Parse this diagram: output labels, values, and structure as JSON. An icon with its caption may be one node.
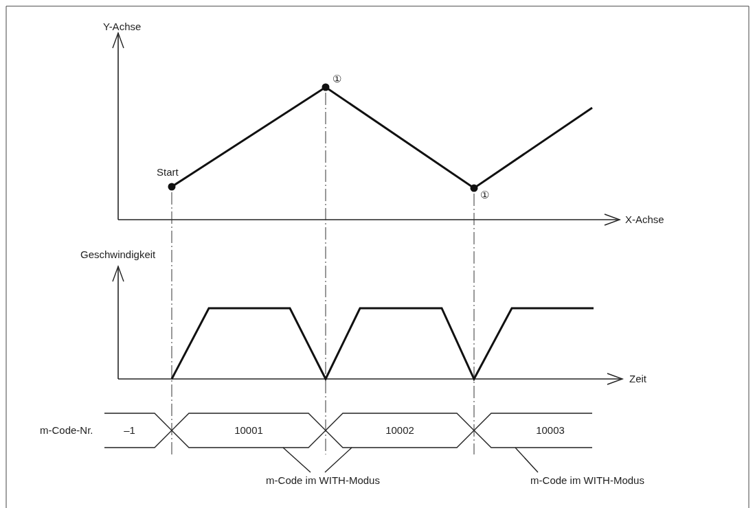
{
  "diagram": {
    "nodes": [
      {
        "text": [
          "–1"
        ]
      },
      {
        "text": [
          "10001"
        ]
      },
      {
        "text": [
          "10002"
        ]
      },
      {
        "text": [
          "10003"
        ]
      },
      {
        "text": [
          "m-Code im WITH-Modus"
        ]
      },
      {
        "text": [
          "m-Code im WITH-Modus"
        ]
      }
    ],
    "edges": [
      {
        "from": 4,
        "to": 1,
        "arrow": "none"
      },
      {
        "from": 4,
        "to": 2,
        "arrow": "none"
      },
      {
        "from": 5,
        "to": 3,
        "arrow": "none"
      }
    ],
    "labels": [
      "Y-Achse",
      "①",
      "Start",
      "①",
      "X-Achse",
      "Geschwindigkeit",
      "Zeit",
      "m-Code-Nr."
    ]
  }
}
